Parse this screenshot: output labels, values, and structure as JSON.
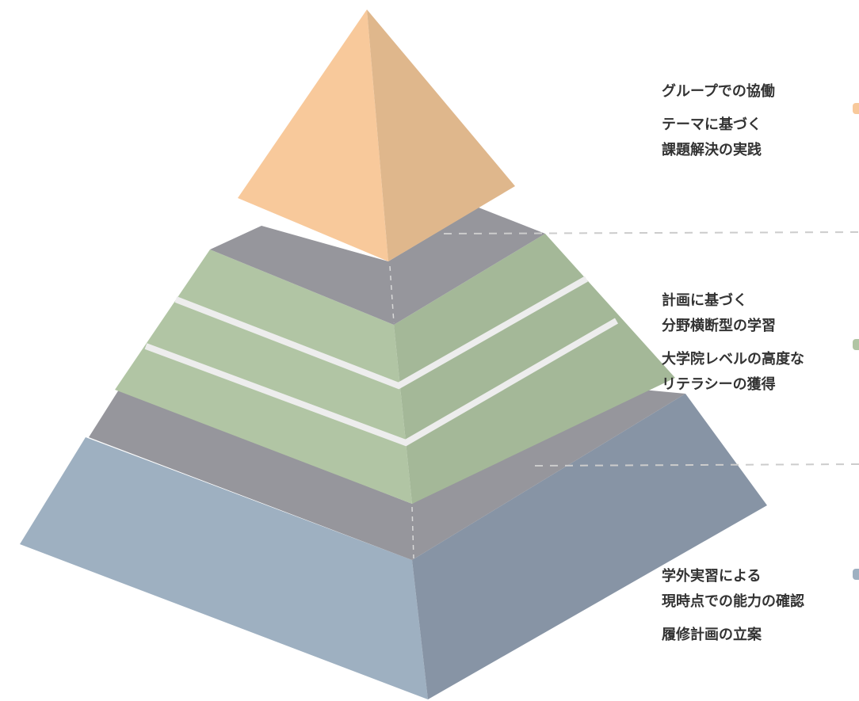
{
  "tiers": {
    "top": {
      "color": "#f8c99b",
      "shade": "#dfb78c",
      "labels": [
        "グループでの協働",
        "テーマに基づく",
        "課題解決の実践"
      ]
    },
    "middle": {
      "color": "#b1c5a4",
      "shade": "#a4b898",
      "labels": [
        "計画に基づく",
        "分野横断型の学習",
        "大学院レベルの高度な",
        "リテラシーの獲得"
      ]
    },
    "base": {
      "color": "#9eb0c1",
      "shade": "#8794a5",
      "labels": [
        "学外実習による",
        "現時点での能力の確認",
        "履修計画の立案"
      ]
    }
  },
  "colors": {
    "ledge": "#96969c",
    "separator": "#ededed",
    "dashed": "#cccccc",
    "text": "#333333"
  }
}
